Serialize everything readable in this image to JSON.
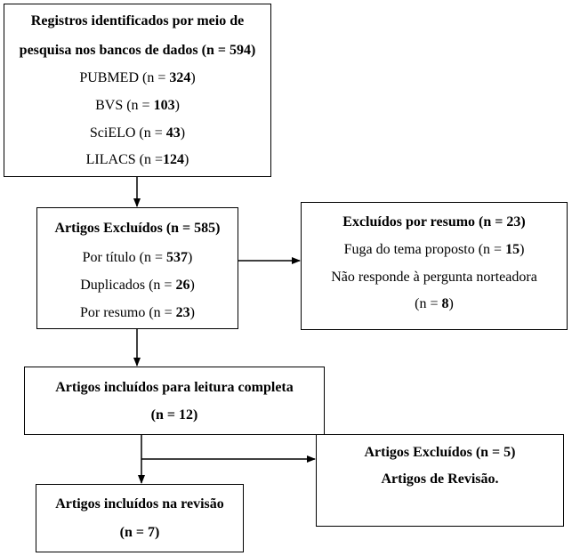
{
  "box_identified": {
    "title_line1": "Registros identificados por meio de",
    "title_line2_pre": "pesquisa nos bancos de dados (n = ",
    "title_line2_num": "594",
    "title_line2_post": ")",
    "items": [
      {
        "pre": "PUBMED (n = ",
        "num": "324",
        "post": ")"
      },
      {
        "pre": "BVS (n = ",
        "num": "103",
        "post": ")"
      },
      {
        "pre": "SciELO (n = ",
        "num": "43",
        "post": ")"
      },
      {
        "pre": "LILACS (n =",
        "num": "124",
        "post": ")"
      }
    ]
  },
  "box_excluded": {
    "title": "Artigos Excluídos (n = 585)",
    "items": [
      {
        "pre": "Por título (n = ",
        "num": "537",
        "post": ")"
      },
      {
        "pre": "Duplicados (n = ",
        "num": "26",
        "post": ")"
      },
      {
        "pre": "Por resumo (n = ",
        "num": "23",
        "post": ")"
      }
    ]
  },
  "box_excluded_abstract": {
    "title": "Excluídos por resumo (n = 23)",
    "item1_pre": "Fuga do tema proposto (n = ",
    "item1_num": "15",
    "item1_post": ")",
    "item2": "Não responde à pergunta norteadora",
    "item3_pre": "(n = ",
    "item3_num": "8",
    "item3_post": ")"
  },
  "box_full_read": {
    "line1": "Artigos incluídos para leitura completa",
    "line2": "(n = 12)"
  },
  "box_excluded_review": {
    "line1": "Artigos Excluídos (n = 5)",
    "line2": "Artigos de Revisão."
  },
  "box_included": {
    "line1": "Artigos incluídos na revisão",
    "line2": "(n = 7)"
  }
}
